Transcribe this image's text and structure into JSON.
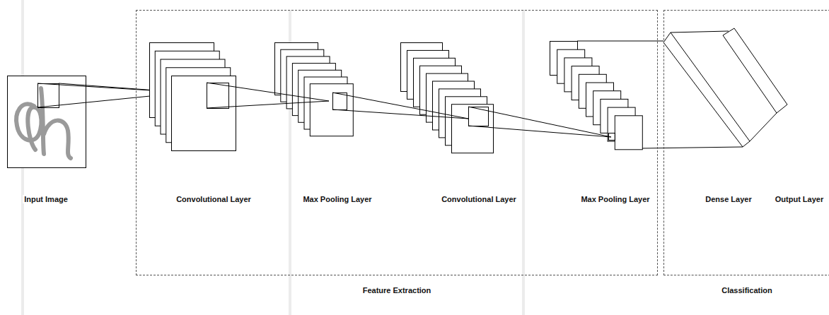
{
  "diagram": {
    "nodes": [
      {
        "text": [
          "Feature Extraction"
        ]
      },
      {
        "text": [
          "Classification"
        ]
      }
    ],
    "labels": [
      "Input Image",
      "Convolutional Layer",
      "Max Pooling Layer",
      "Convolutional Layer",
      "Max Pooling Layer",
      "Dense Layer",
      "Output Layer"
    ]
  }
}
